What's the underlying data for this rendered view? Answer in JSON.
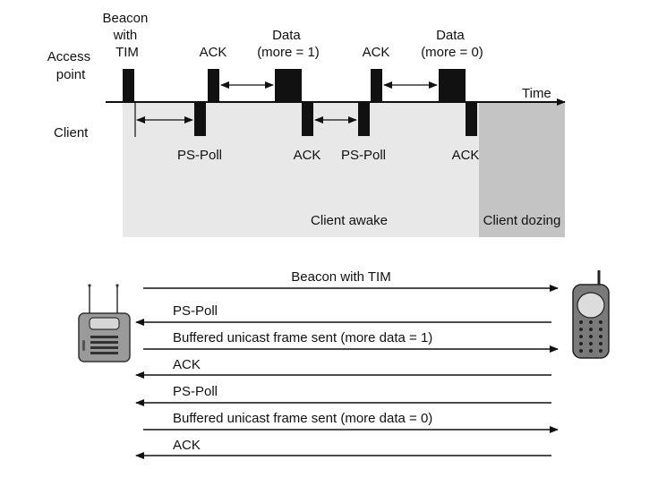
{
  "timing": {
    "ap_label": [
      "Access",
      "point"
    ],
    "client_label": "Client",
    "time_label": "Time",
    "beacon_label": [
      "Beacon",
      "with",
      "TIM"
    ],
    "ack1_label": "ACK",
    "data1_label": [
      "Data",
      "(more = 1)"
    ],
    "ack2_label": "ACK",
    "data2_label": [
      "Data",
      "(more = 0)"
    ],
    "pspoll1_label": "PS-Poll",
    "client_ack1_label": "ACK",
    "pspoll2_label": "PS-Poll",
    "client_ack2_label": "ACK",
    "awake_label": "Client awake",
    "dozing_label": "Client dozing"
  },
  "exchange": {
    "messages": [
      {
        "label": "Beacon with TIM",
        "direction": "to-client"
      },
      {
        "label": "PS-Poll",
        "direction": "to-ap"
      },
      {
        "label": "Buffered unicast frame sent (more data = 1)",
        "direction": "to-client"
      },
      {
        "label": "ACK",
        "direction": "to-ap"
      },
      {
        "label": "PS-Poll",
        "direction": "to-ap"
      },
      {
        "label": "Buffered unicast frame sent (more data = 0)",
        "direction": "to-client"
      },
      {
        "label": "ACK",
        "direction": "to-ap"
      }
    ]
  },
  "colors": {
    "awake_bg": "#e8e8e8",
    "dozing_bg": "#c4c4c4",
    "frame": "#111111",
    "device_body": "#9a9a9a"
  }
}
